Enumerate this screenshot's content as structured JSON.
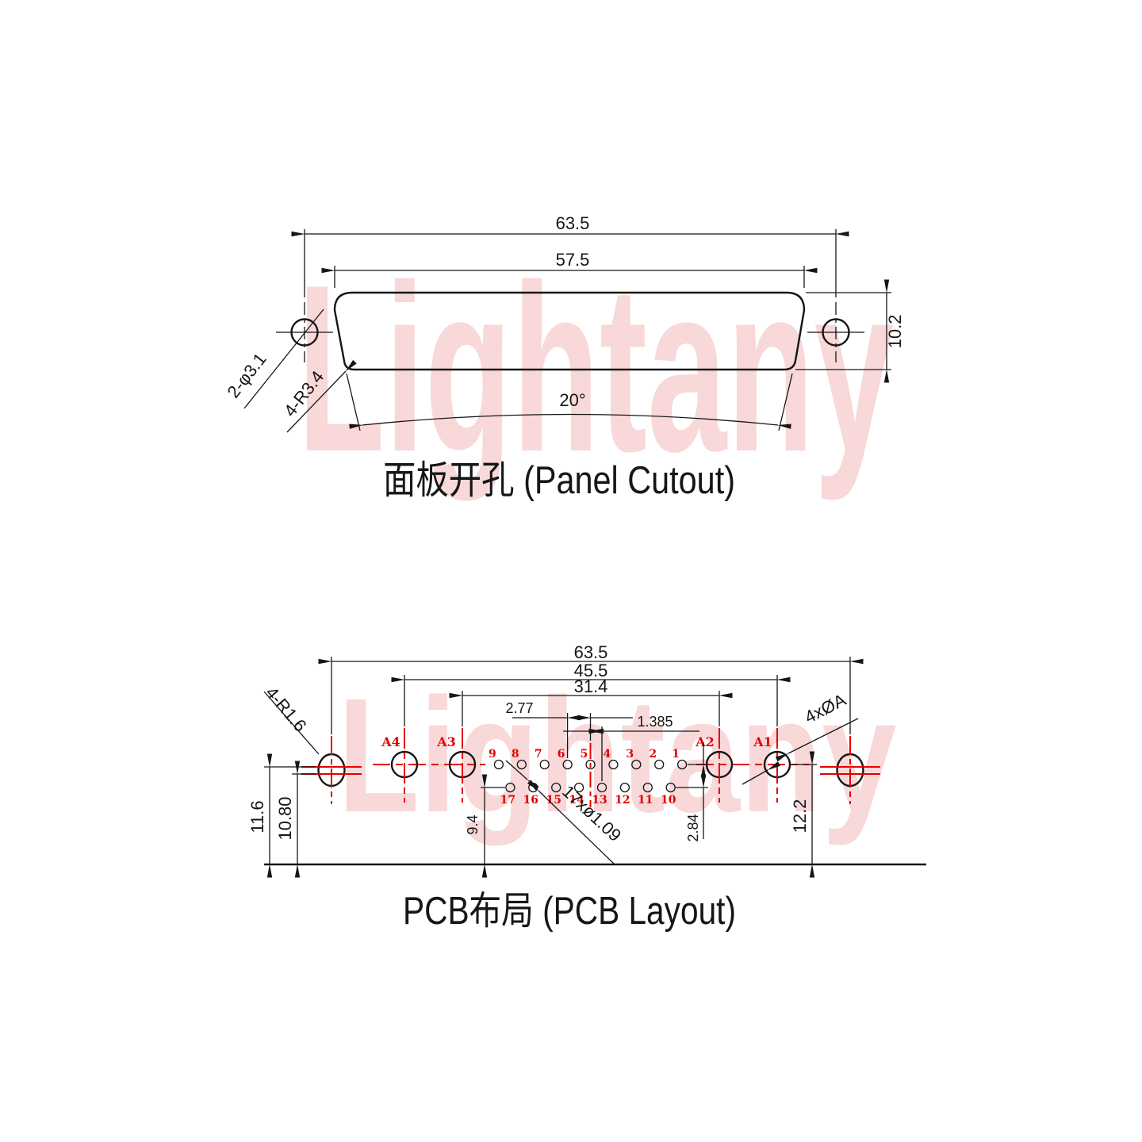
{
  "watermark": {
    "text": "Lightany"
  },
  "panel_cutout": {
    "title": "面板开孔 (Panel Cutout)",
    "dims": {
      "outer_width": "63.5",
      "slot_width": "57.5",
      "slot_height": "10.2",
      "side_angle": "20°"
    },
    "labels": {
      "mount_holes": "2-φ3.1",
      "corner_radius": "4-R3.4"
    }
  },
  "pcb_layout": {
    "title": "PCB布局 (PCB Layout)",
    "dims": {
      "outer_width": "63.5",
      "a_outer_span": "45.5",
      "a_inner_span": "31.4",
      "pin_pitch": "2.77",
      "row_offset": "1.385",
      "mount_height": "11.6",
      "mount_height_2": "10.80",
      "row2_height": "9.4",
      "row_gap": "2.84",
      "row1_height": "12.2"
    },
    "labels": {
      "mount_radius": "4-R1.6",
      "coax_holes": "4xØA",
      "signal_holes": "17xø1.09"
    },
    "a_labels": [
      "A4",
      "A3",
      "A2",
      "A1"
    ],
    "pins_top": [
      "9",
      "8",
      "7",
      "6",
      "5",
      "4",
      "3",
      "2",
      "1"
    ],
    "pins_bottom": [
      "17",
      "16",
      "15",
      "14",
      "13",
      "12",
      "11",
      "10"
    ]
  },
  "colors": {
    "line": "#161616",
    "red": "#e30000",
    "watermark_pink": "#f8d8d8"
  }
}
